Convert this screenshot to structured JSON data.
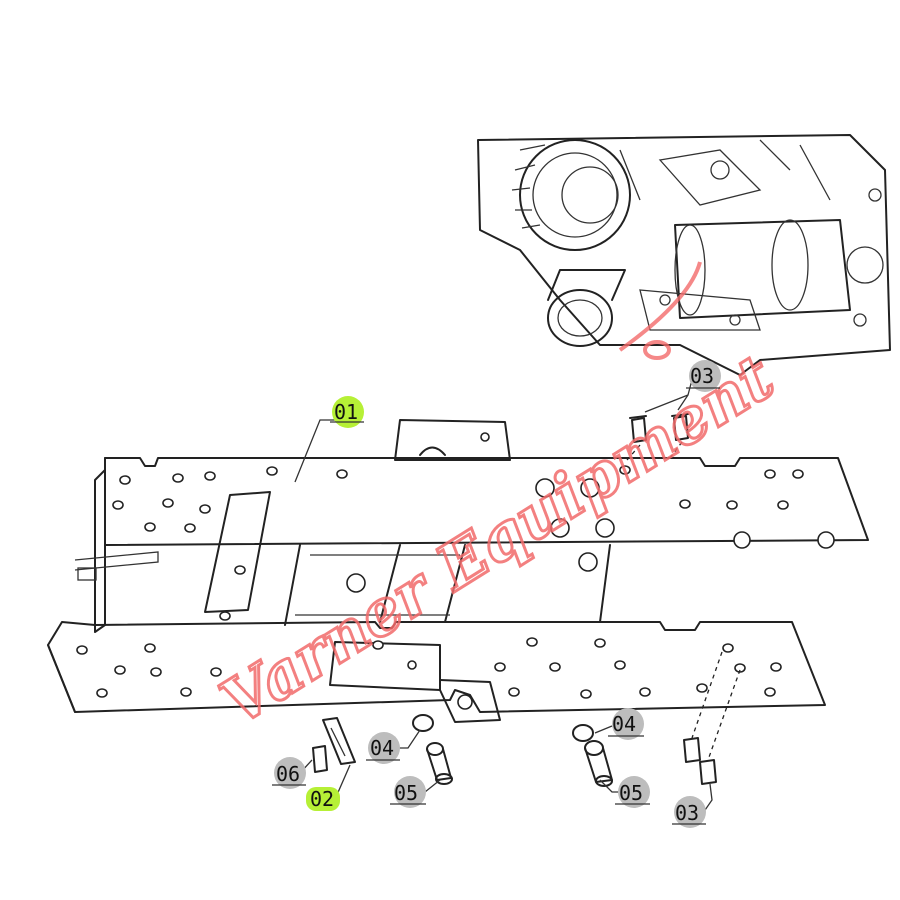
{
  "diagram": {
    "callouts": [
      {
        "id": "01",
        "label": "01",
        "highlight": "#b6f036"
      },
      {
        "id": "02",
        "label": "02",
        "highlight": "#b6f036"
      },
      {
        "id": "03a",
        "label": "03",
        "highlight": "#bdbdbd"
      },
      {
        "id": "03b",
        "label": "03",
        "highlight": "#bdbdbd"
      },
      {
        "id": "04a",
        "label": "04",
        "highlight": "#bdbdbd"
      },
      {
        "id": "04b",
        "label": "04",
        "highlight": "#bdbdbd"
      },
      {
        "id": "05a",
        "label": "05",
        "highlight": "#bdbdbd"
      },
      {
        "id": "05b",
        "label": "05",
        "highlight": "#bdbdbd"
      },
      {
        "id": "06",
        "label": "06",
        "highlight": "#bdbdbd"
      }
    ],
    "watermark": "Varner Equipment",
    "watermark_color": "#f26a6a"
  }
}
